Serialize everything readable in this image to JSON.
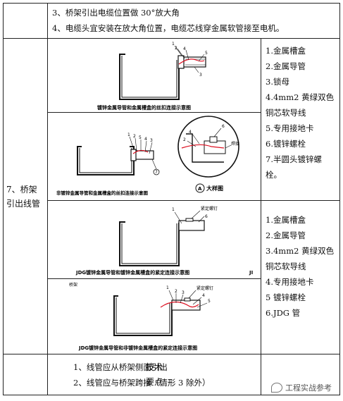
{
  "top_lines": [
    "3、桥架引出电缆位置做 30°放大角",
    "4、电缆头宜安装在放大角位置，电缆芯线穿金属软管接至电机。"
  ],
  "section_label": "7、桥架引出线管",
  "group1": {
    "fig1_caption": "镀锌金属导管和金属槽盒的丝扣连接示意图",
    "fig2_caption": "非镀锌金属导管和金属槽盒的丝扣连接示意图",
    "detail_label": "大样图",
    "detail_letter": "A",
    "callouts_fig1": [
      "1",
      "2",
      "4",
      "5",
      "3"
    ],
    "callouts_fig2": [
      "1",
      "2",
      "5",
      "4",
      "3",
      "7"
    ],
    "callouts_detail": [
      "6",
      "4",
      "2",
      "焊接"
    ],
    "legend": [
      "1.金属槽盒",
      "2.金属导管",
      "3.锁母",
      "4.4mm2 黄绿双色铜芯软导线",
      "5.专用接地卡",
      "6.镀锌螺栓",
      "7.半圆头镀锌螺栓。"
    ]
  },
  "group2": {
    "fig3_caption": "JDG镀锌金属导管和镀锌金属槽盒的紧定连接示意图",
    "fig3_suffix": "JI",
    "fig4_caption": "JDG镀锌金属导管和非镀锌金属槽盒的紧定连接示意图",
    "fig3_callouts": [
      "1",
      "紧定螺钉",
      "6"
    ],
    "fig4_callouts": [
      "1",
      "紧定螺钉",
      "2",
      "3",
      "4",
      "5"
    ],
    "fig4_side": "桥架",
    "legend": [
      "1.金属槽盒",
      "2.金属导管",
      "3.4mm2 黄绿双色铜芯软导线",
      "4.专用接地卡",
      "5 镀锌螺栓",
      "6.JDG 管"
    ]
  },
  "tech": {
    "label": "技术要点",
    "lines": [
      "1、线管应从桥架侧面引出",
      "2、线管应与桥架跨接（情形 3 除外）"
    ]
  },
  "watermark": "工程实战参考"
}
